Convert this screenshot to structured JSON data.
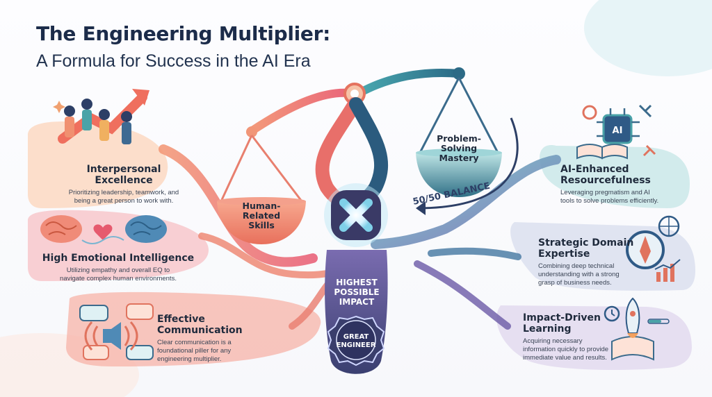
{
  "title": {
    "line1": "The Engineering Multiplier:",
    "line2": "A Formula for Success in the AI Era"
  },
  "scale": {
    "left_pan_label": "Human-\nRelated\nSkills",
    "right_pan_label": "Problem-\nSolving\nMastery",
    "balance_label": "50/50 BALANCE",
    "impact_label": "HIGHEST\nPOSSIBLE\nIMPACT",
    "badge_label": "GREAT\nENGINEER"
  },
  "left_skills": [
    {
      "title": "Interpersonal\nExcellence",
      "desc": "Prioritizing leadership, teamwork, and\nbeing a great person to work with.",
      "icon": "team-growth-icon"
    },
    {
      "title": "High Emotional Intelligence",
      "desc": "Utilizing empathy and overall EQ to\nnavigate complex human environments.",
      "icon": "brains-heart-icon"
    },
    {
      "title": "Effective\nCommunication",
      "desc": "Clear communication is a\nfoundational piller for any\nengineering multiplier.",
      "icon": "speech-bubbles-icon"
    }
  ],
  "right_skills": [
    {
      "title": "AI-Enhanced\nResourcefulness",
      "desc": "Leveraging pregmatism and AI\ntools to solve problems efficiently.",
      "icon": "ai-chip-icon",
      "chip_text": "AI"
    },
    {
      "title": "Strategic Domain\nExpertise",
      "desc": "Combining deep technical\nunderstanding with a strong\ngrasp of business needs.",
      "icon": "compass-globe-icon"
    },
    {
      "title": "Impact-Driven\nLearning",
      "desc": "Acquiring necessary\ninformation quickly to provide\nimmediate value and results.",
      "icon": "rocket-book-icon"
    }
  ],
  "colors": {
    "navy": "#1c2c4a",
    "coral": "#ef7a5f",
    "pink": "#ec8aa0",
    "teal": "#2fa6a9",
    "purple": "#6b5aa6",
    "slate": "#2f4a6b"
  }
}
